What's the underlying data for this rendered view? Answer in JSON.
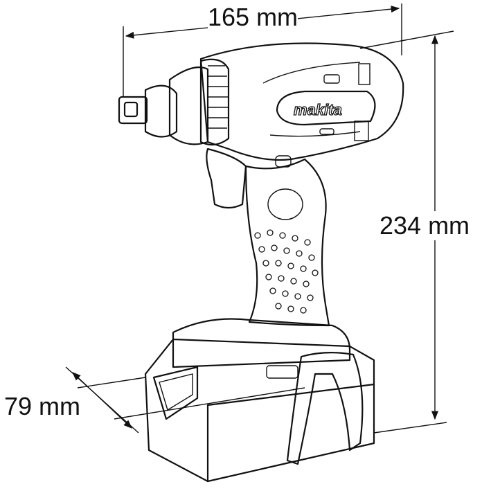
{
  "dimensions": {
    "length": "165 mm",
    "height": "234 mm",
    "width": "79 mm"
  },
  "logo": "makita"
}
